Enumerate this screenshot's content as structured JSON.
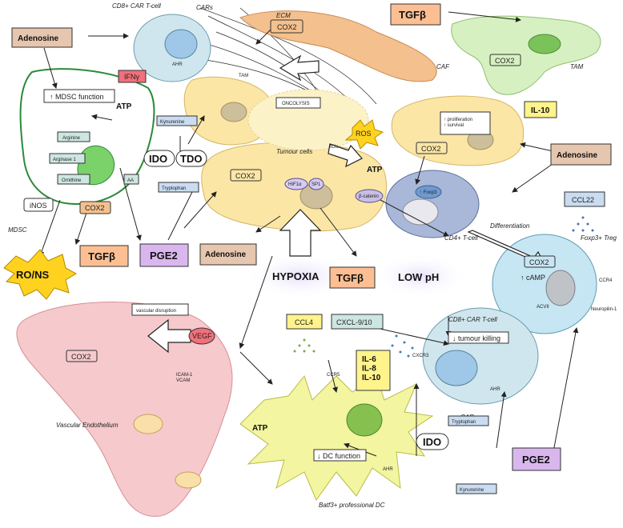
{
  "labels": {
    "cd8_car_top": "CD8+ CAR T-cell",
    "cars_top": "CARs",
    "ecm": "ECM",
    "caf": "CAF",
    "tam_left": "TAM",
    "tam_right": "TAM",
    "tumour_cells": "Tumour cells",
    "mdsc": "MDSC",
    "cd4": "CD4+ T-cell",
    "treg": "Foxp3+ Treg",
    "cd8_car_bottom": "CD8+ CAR T-cell",
    "cars_bottom": "CARs",
    "vascular": "Vascular Endothelium",
    "dc": "Batf3+ professional DC",
    "ici": "ICIs",
    "differentiation": "Differentiation",
    "ccr5": "CCR5",
    "cxcr3": "CXCR3",
    "ccr4": "CCR4",
    "neuropilin": "Neuropilin-1",
    "icam": "ICAM-1\nVCAM"
  },
  "boxes": {
    "adenosine_tl": "Adenosine",
    "ifng": "IFNγ",
    "cox2_top": "COX2",
    "tgfb_top": "TGFβ",
    "cox2_tam": "COX2",
    "il10": "IL-10",
    "oncolysis": "ONCOLYSIS",
    "ros": "ROS",
    "kynurenine_top": "Kynurenine",
    "ido_top": "IDO",
    "tdo": "TDO",
    "tryptophan_top": "Tryptophan",
    "mdsc_function": "↑ MDSC function",
    "arginine": "Arginine",
    "arginase": "Arginase 1",
    "ornithine": "Ornithine",
    "aa": "AA",
    "inos": "iNOS",
    "cox2_mdsc": "COX2",
    "ro_ns": "RO/NS",
    "tgfb_left": "TGFβ",
    "pge2_left": "PGE2",
    "adenosine_mid": "Adenosine",
    "hypoxia": "HYPOXIA",
    "tgfb_mid": "TGFβ",
    "low_ph": "LOW pH",
    "cox2_tumour": "COX2",
    "hif": "HIF1α",
    "sp1": "SP1",
    "bcatenin": "β-catenin",
    "prolif": "↑ proliferation\n↑ survival",
    "cox2_right": "COX2",
    "adenosine_right": "Adenosine",
    "foxp3": "↑ Foxp3",
    "ccl22": "CCL22",
    "cox2_treg": "COX2",
    "camp": "↑ cAMP",
    "acvii": "ACVII",
    "vascular_disruption": "vascular disruption",
    "vegf": "VEGF",
    "cox2_vasc": "COX2",
    "ccl4": "CCL4",
    "cxcl": "CXCL-9/10",
    "il_stack": "IL-6\nIL-8\nIL-10",
    "tumour_killing": "↓ tumour killing",
    "dc_function": "↓ DC function",
    "ido_bottom": "IDO",
    "tryptophan_bottom": "Tryptophan",
    "kynurenine_bottom": "Kynurenine",
    "pge2_bottom": "PGE2",
    "atp_1": "ATP",
    "atp_2": "ATP",
    "atp_3": "ATP",
    "ahr_1": "AHR",
    "ahr_2": "AHR",
    "ahr_3": "AHR"
  },
  "colors": {
    "tcell": "#cfe6ee",
    "tumour": "#fbe6a6",
    "tam": "#d7f0c2",
    "caf": "#f4c08e",
    "mdsc": "#ffffff",
    "dc": "#f3f5a0",
    "vascular": "#f6c9cc",
    "cd4": "#a9b8d8",
    "treg": "#c6e6f3",
    "peach": "#fbbf93",
    "lavender": "#d9b7ee",
    "tan": "#e6c6ae",
    "yellow": "#fff38b",
    "red": "#f2707a",
    "teal_label": "#cde6e1",
    "blue_label": "#c9dcf1"
  }
}
